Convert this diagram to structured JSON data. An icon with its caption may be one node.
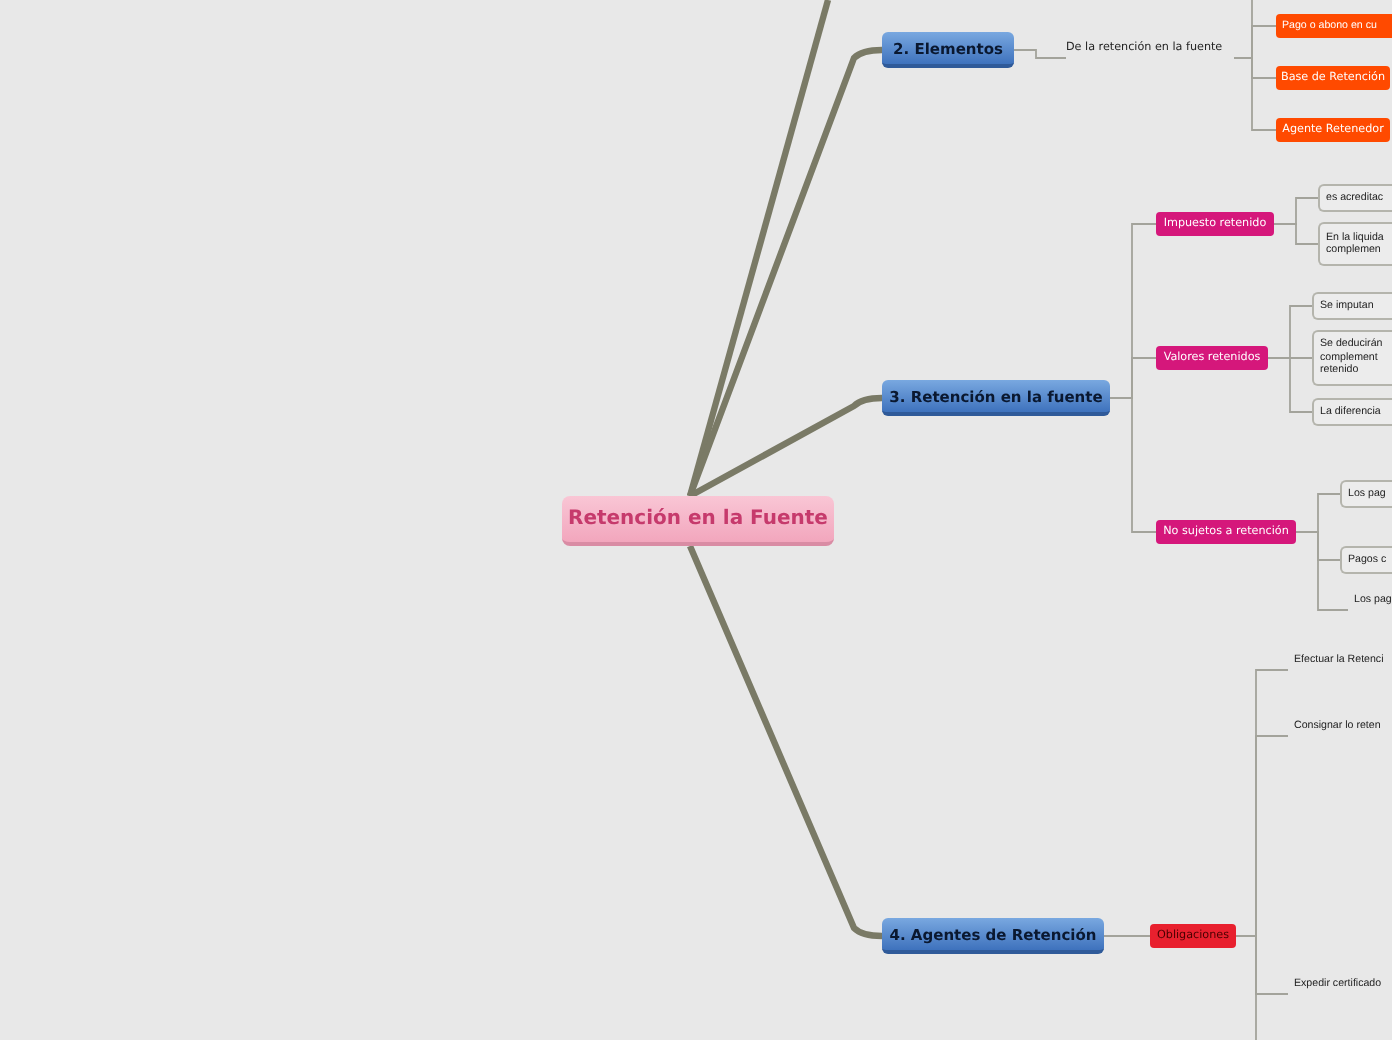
{
  "diagram": {
    "nodes": [
      {
        "text": [
          "Retención en la Fuente"
        ]
      },
      {
        "text": [
          "2. Elementos"
        ]
      },
      {
        "text": [
          "De la retención en la fuente"
        ]
      },
      {
        "text": [
          "Pago o abono en cu"
        ]
      },
      {
        "text": [
          "Base de Retención"
        ]
      },
      {
        "text": [
          "Agente Retenedor"
        ]
      },
      {
        "text": [
          "3. Retención en la fuente"
        ]
      },
      {
        "text": [
          "Impuesto retenido"
        ]
      },
      {
        "text": [
          "es acreditac"
        ]
      },
      {
        "text": [
          "En la liquida complemen"
        ]
      },
      {
        "text": [
          "Valores retenidos"
        ]
      },
      {
        "text": [
          "Se imputan"
        ]
      },
      {
        "text": [
          "Se deducirán complement retenido"
        ]
      },
      {
        "text": [
          "La diferencia"
        ]
      },
      {
        "text": [
          "No sujetos a retención"
        ]
      },
      {
        "text": [
          "Los pag"
        ]
      },
      {
        "text": [
          "Pagos c"
        ]
      },
      {
        "text": [
          "Los pag"
        ]
      },
      {
        "text": [
          "4. Agentes de Retención"
        ]
      },
      {
        "text": [
          "Obligaciones"
        ]
      },
      {
        "text": [
          "Efectuar la Retenci"
        ]
      },
      {
        "text": [
          "Consignar lo reten"
        ]
      },
      {
        "text": [
          "Expedir certificado"
        ]
      }
    ],
    "edges": [
      {
        "from": 0,
        "to": null,
        "arrow": "none",
        "style": "thick",
        "color": "#7a7a66"
      },
      {
        "from": 0,
        "to": 1,
        "arrow": "none",
        "style": "thick",
        "color": "#7a7a66"
      },
      {
        "from": 0,
        "to": 6,
        "arrow": "none",
        "style": "thick",
        "color": "#7a7a66"
      },
      {
        "from": 0,
        "to": 18,
        "arrow": "none",
        "style": "thick",
        "color": "#7a7a66"
      },
      {
        "from": 1,
        "to": 2,
        "arrow": "none"
      },
      {
        "from": 2,
        "to": null,
        "arrow": "none"
      },
      {
        "from": 2,
        "to": 3,
        "arrow": "none"
      },
      {
        "from": 2,
        "to": 4,
        "arrow": "none"
      },
      {
        "from": 2,
        "to": 5,
        "arrow": "none"
      },
      {
        "from": 6,
        "to": 7,
        "arrow": "none"
      },
      {
        "from": 6,
        "to": 10,
        "arrow": "none"
      },
      {
        "from": 6,
        "to": 14,
        "arrow": "none"
      },
      {
        "from": 7,
        "to": 8,
        "arrow": "none"
      },
      {
        "from": 7,
        "to": 9,
        "arrow": "none"
      },
      {
        "from": 10,
        "to": 11,
        "arrow": "none"
      },
      {
        "from": 10,
        "to": 12,
        "arrow": "none"
      },
      {
        "from": 10,
        "to": 13,
        "arrow": "none"
      },
      {
        "from": 14,
        "to": 15,
        "arrow": "none"
      },
      {
        "from": 14,
        "to": 16,
        "arrow": "none"
      },
      {
        "from": 14,
        "to": 17,
        "arrow": "none"
      },
      {
        "from": 18,
        "to": 19,
        "arrow": "none"
      },
      {
        "from": 19,
        "to": 20,
        "arrow": "none"
      },
      {
        "from": 19,
        "to": 21,
        "arrow": "none"
      },
      {
        "from": 19,
        "to": 22,
        "arrow": "none"
      },
      {
        "from": 19,
        "to": null,
        "arrow": "none"
      }
    ]
  }
}
